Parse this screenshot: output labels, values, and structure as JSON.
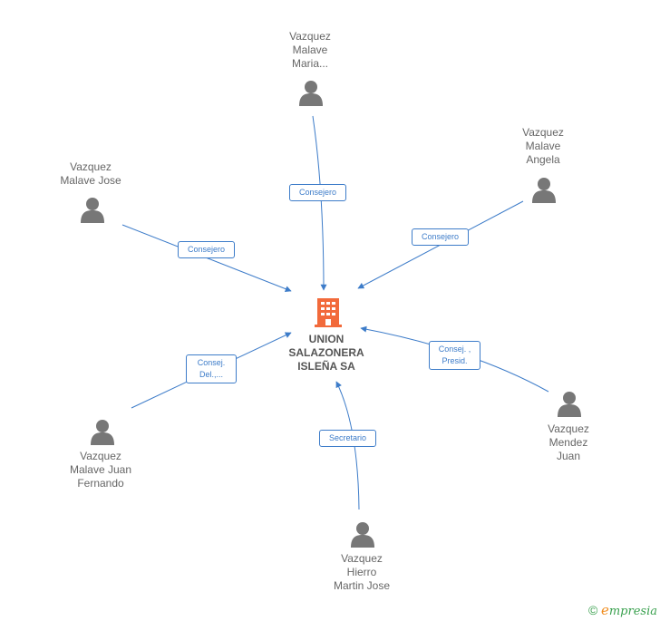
{
  "company": {
    "name_lines": [
      "UNION",
      "SALAZONERA",
      "ISLEÑA SA"
    ],
    "icon": "building-icon",
    "icon_color": "#f26a3b"
  },
  "people": [
    {
      "id": "vazquez-malave-maria",
      "name_lines": [
        "Vazquez",
        "Malave",
        "Maria..."
      ],
      "role_lines": [
        "Consejero"
      ]
    },
    {
      "id": "vazquez-malave-angela",
      "name_lines": [
        "Vazquez",
        "Malave",
        "Angela"
      ],
      "role_lines": [
        "Consejero"
      ]
    },
    {
      "id": "vazquez-malave-jose",
      "name_lines": [
        "Vazquez",
        "Malave Jose"
      ],
      "role_lines": [
        "Consejero"
      ]
    },
    {
      "id": "vazquez-mendez-juan",
      "name_lines": [
        "Vazquez",
        "Mendez",
        "Juan"
      ],
      "role_lines": [
        "Consej. ,",
        "Presid."
      ]
    },
    {
      "id": "vazquez-malave-juan-fernando",
      "name_lines": [
        "Vazquez",
        "Malave Juan",
        "Fernando"
      ],
      "role_lines": [
        "Consej.",
        "Del.,..."
      ]
    },
    {
      "id": "vazquez-hierro-martin-jose",
      "name_lines": [
        "Vazquez",
        "Hierro",
        "Martin Jose"
      ],
      "role_lines": [
        "Secretario"
      ]
    }
  ],
  "colors": {
    "edge": "#3d7cc9",
    "person_icon": "#777777",
    "text": "#666666"
  },
  "footer": {
    "copyright_symbol": "©",
    "brand_initial": "e",
    "brand_rest": "mpresia"
  }
}
